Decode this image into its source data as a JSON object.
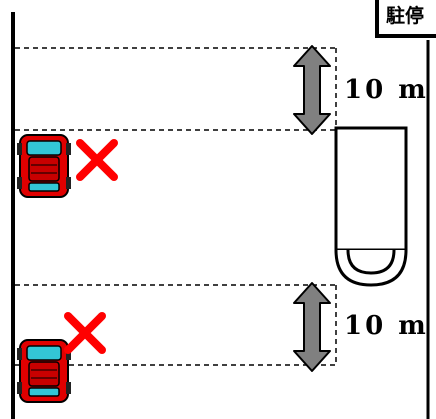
{
  "sign": {
    "text": "駐停"
  },
  "dimensions": [
    {
      "label": "10 m"
    },
    {
      "label": "10 m"
    }
  ],
  "colors": {
    "car_body": "#e00000",
    "car_outline": "#000000",
    "windshield": "#33c6d6",
    "cross": "#ff0000",
    "arrow": "#808080"
  },
  "icons": [
    "red-car-icon",
    "prohibited-cross-icon",
    "double-arrow-icon",
    "bus-stop-icon"
  ]
}
